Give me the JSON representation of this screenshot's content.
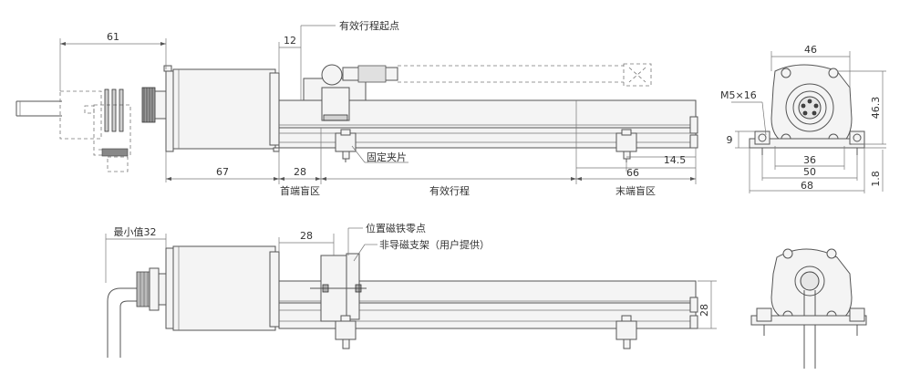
{
  "top_view": {
    "dim_cable_width": "61",
    "dim_start_offset": "12",
    "label_effective_start": "有效行程起点",
    "dim_body_length": "67",
    "dim_head_dead": "28",
    "dim_end_dead": "66",
    "dim_end_small": "14.5",
    "label_fixing_clip": "固定夹片",
    "label_head_dead_zone": "首端盲区",
    "label_effective_stroke": "有效行程",
    "label_end_dead_zone": "末端盲区"
  },
  "end_view": {
    "dim_width_top": "46",
    "dim_height": "46.3",
    "label_screw": "M5×16",
    "dim_foot_height": "9",
    "dim_hole_spacing_inner": "36",
    "dim_hole_spacing": "50",
    "dim_base_width": "68",
    "dim_base_thickness": "1.8"
  },
  "bottom_view": {
    "dim_min_value": "最小值32",
    "dim_dead_zone": "28",
    "label_magnet_zero": "位置磁铁零点",
    "label_non_magnetic_bracket": "非导磁支架（用户提供）",
    "dim_height": "28"
  }
}
